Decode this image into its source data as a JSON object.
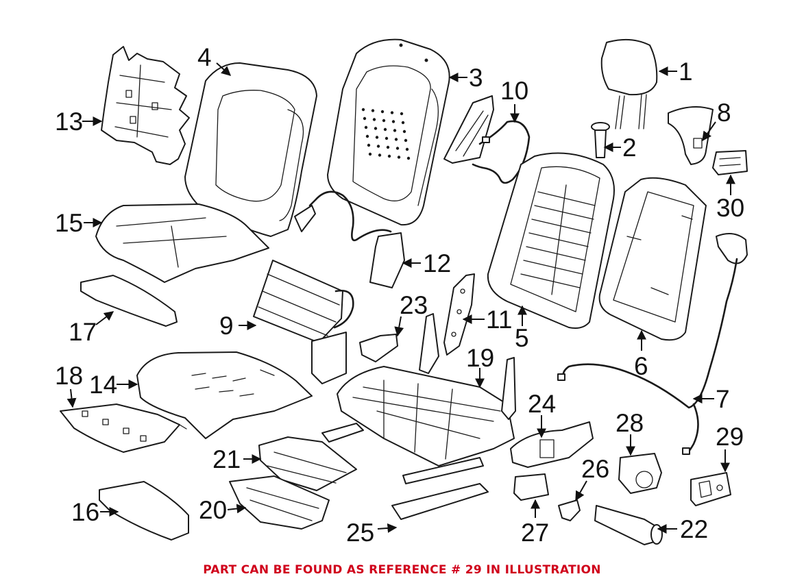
{
  "diagram": {
    "callouts": [
      {
        "id": "c1",
        "label": "1"
      },
      {
        "id": "c2",
        "label": "2"
      },
      {
        "id": "c3",
        "label": "3"
      },
      {
        "id": "c4",
        "label": "4"
      },
      {
        "id": "c5",
        "label": "5"
      },
      {
        "id": "c6",
        "label": "6"
      },
      {
        "id": "c7",
        "label": "7"
      },
      {
        "id": "c8",
        "label": "8"
      },
      {
        "id": "c9",
        "label": "9"
      },
      {
        "id": "c10",
        "label": "10"
      },
      {
        "id": "c11",
        "label": "11"
      },
      {
        "id": "c12",
        "label": "12"
      },
      {
        "id": "c13",
        "label": "13"
      },
      {
        "id": "c14",
        "label": "14"
      },
      {
        "id": "c15",
        "label": "15"
      },
      {
        "id": "c16",
        "label": "16"
      },
      {
        "id": "c17",
        "label": "17"
      },
      {
        "id": "c18",
        "label": "18"
      },
      {
        "id": "c19",
        "label": "19"
      },
      {
        "id": "c20",
        "label": "20"
      },
      {
        "id": "c21",
        "label": "21"
      },
      {
        "id": "c22",
        "label": "22"
      },
      {
        "id": "c23",
        "label": "23"
      },
      {
        "id": "c24",
        "label": "24"
      },
      {
        "id": "c25",
        "label": "25"
      },
      {
        "id": "c26",
        "label": "26"
      },
      {
        "id": "c27",
        "label": "27"
      },
      {
        "id": "c28",
        "label": "28"
      },
      {
        "id": "c29",
        "label": "29"
      },
      {
        "id": "c30",
        "label": "30"
      }
    ]
  },
  "footer": {
    "text": "PART CAN BE FOUND AS REFERENCE # 29 IN ILLUSTRATION",
    "color": "#d0021b"
  }
}
